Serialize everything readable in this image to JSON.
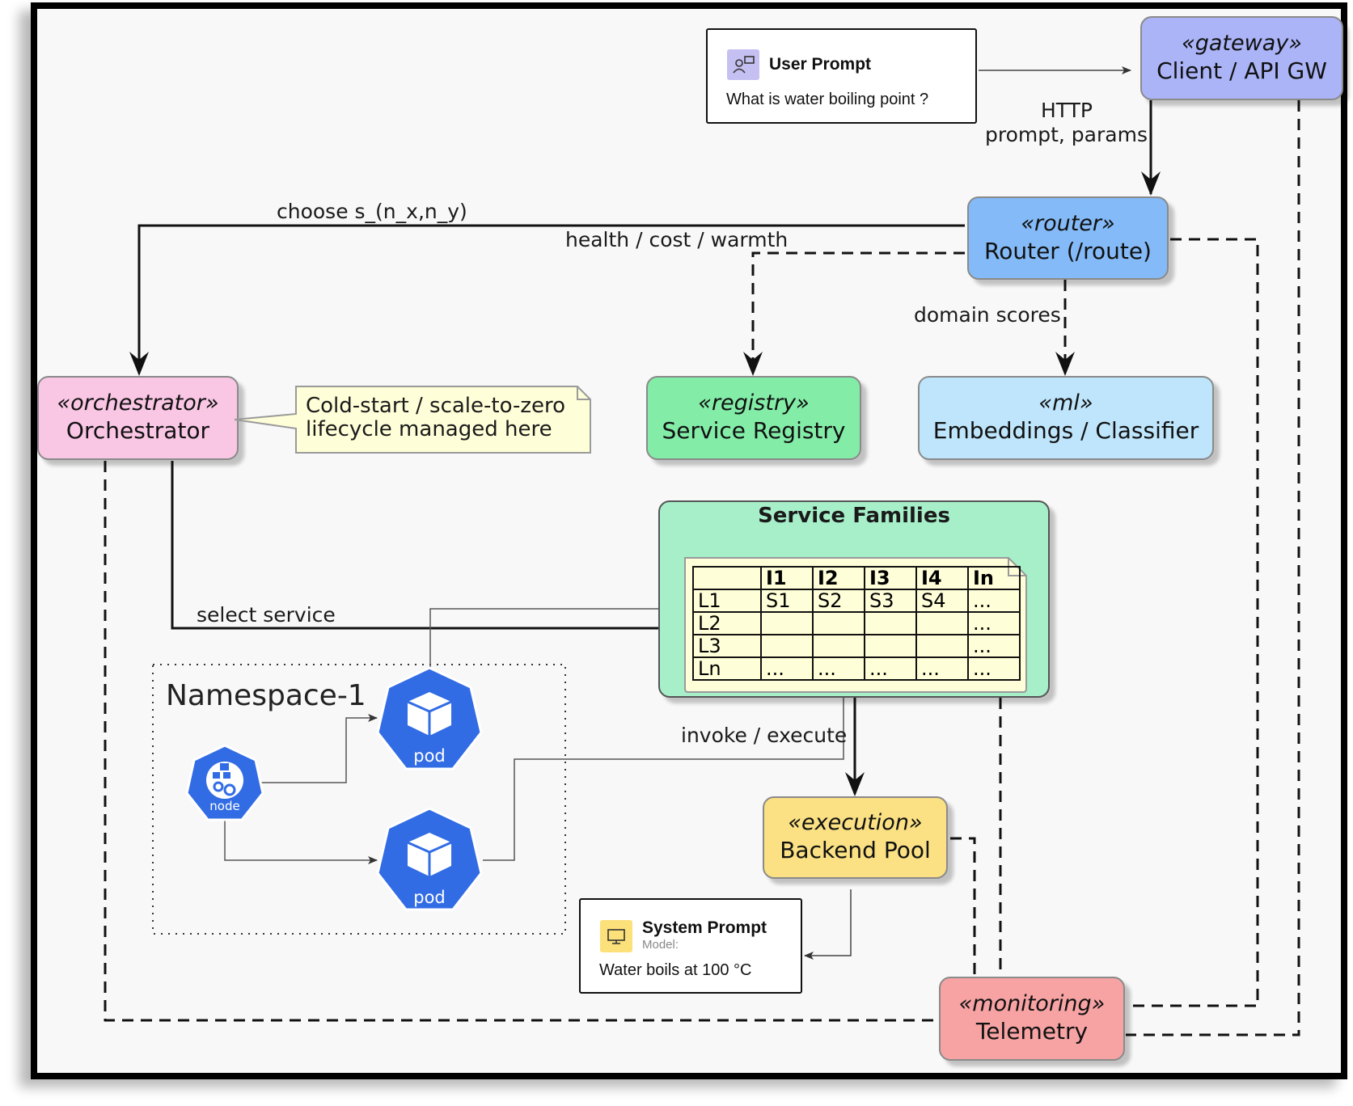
{
  "gateway": {
    "stereotype": "«gateway»",
    "name": "Client / API GW"
  },
  "router": {
    "stereotype": "«router»",
    "name": "Router (/route)"
  },
  "orchestrator": {
    "stereotype": "«orchestrator»",
    "name": "Orchestrator"
  },
  "registry": {
    "stereotype": "«registry»",
    "name": "Service Registry"
  },
  "ml": {
    "stereotype": "«ml»",
    "name": "Embeddings / Classifier"
  },
  "execution": {
    "stereotype": "«execution»",
    "name": "Backend Pool"
  },
  "monitoring": {
    "stereotype": "«monitoring»",
    "name": "Telemetry"
  },
  "note": {
    "line1": "Cold-start / scale-to-zero",
    "line2": "lifecycle managed here"
  },
  "service_families": {
    "title": "Service Families",
    "table": {
      "header": [
        "",
        "I1",
        "I2",
        "I3",
        "I4",
        "In"
      ],
      "rows": [
        [
          "L1",
          "S1",
          "S2",
          "S3",
          "S4",
          "..."
        ],
        [
          "L2",
          "",
          "",
          "",
          "",
          "..."
        ],
        [
          "L3",
          "",
          "",
          "",
          "",
          "..."
        ],
        [
          "Ln",
          "...",
          "...",
          "...",
          "...",
          "..."
        ]
      ]
    }
  },
  "user_prompt": {
    "title": "User Prompt",
    "text": "What is water boiling  point ?"
  },
  "system_prompt": {
    "title": "System Prompt",
    "subtitle": "Model:",
    "text": "Water boils at 100 °C"
  },
  "edge_labels": {
    "http": "HTTP",
    "http_params": "prompt, params",
    "choose": "choose s_(n_x,n_y)",
    "health": "health / cost / warmth",
    "domain_scores": "domain scores",
    "select_service": "select service",
    "invoke": "invoke / execute"
  },
  "namespace": {
    "title": "Namespace-1",
    "node_label": "node",
    "pod_top_label": "pod",
    "pod_bottom_label": "pod"
  },
  "colors": {
    "gateway": "#aab4f7",
    "router": "#84baf7",
    "orchestrator": "#f9c6e4",
    "registry": "#83eda8",
    "ml": "#bee5fb",
    "execution": "#fbe184",
    "monitoring": "#f7a3a4",
    "service_families": "#a6efc9",
    "note": "#fefed8",
    "k8s": "#326ce5"
  }
}
